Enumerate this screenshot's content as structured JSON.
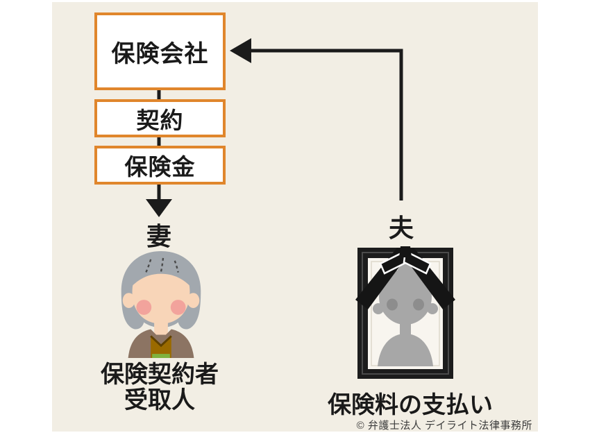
{
  "page": {
    "background": "#FFFFFF",
    "panel_background": "#F2EEE4"
  },
  "colors": {
    "accent_orange": "#E0862C",
    "line_black": "#1B1B1B",
    "text_black": "#1A1A1A",
    "copyright_gray": "#3C3C3C",
    "hair_gray": "#A2A8AE",
    "skin_peach": "#F8D5B8",
    "cheek_pink": "#F2A39C",
    "cardigan_brown": "#8C7463",
    "shirt_mustard": "#9A6A00",
    "silhouette_gray": "#A7A7A7",
    "frame_black": "#1C1C1C",
    "mat_white": "#F8F5EF"
  },
  "flow": {
    "insurance_company": "保険会社",
    "contract": "契約",
    "insurance_payout": "保険金"
  },
  "labels": {
    "wife": "妻",
    "husband": "夫",
    "policyholder": "保険契約者",
    "beneficiary": "受取人",
    "premium_payment": "保険料の支払い"
  },
  "icons": {
    "wife_illustration": "elderly-woman-illustration",
    "husband_illustration": "memorial-portrait-black-ribbon",
    "down_arrow": "black-down-arrow",
    "payment_arrow": "black-left-elbow-arrow"
  },
  "copyright": {
    "text": "© 弁護士法人 デイライト法律事務所"
  }
}
